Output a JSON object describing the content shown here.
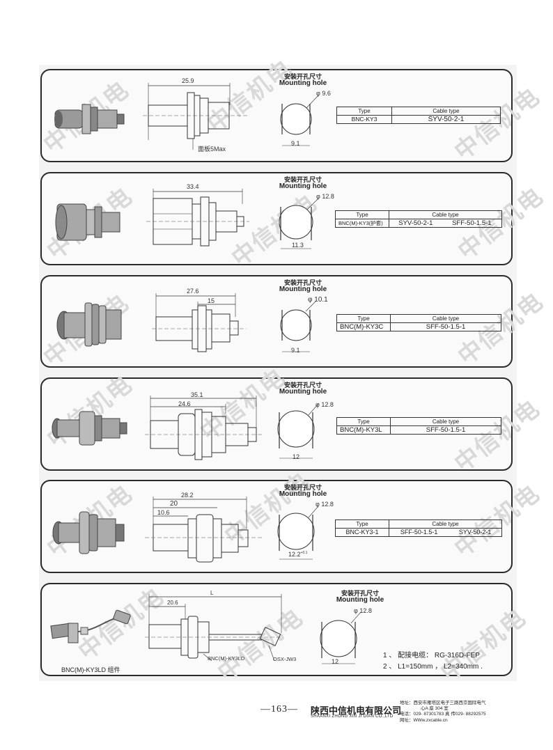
{
  "watermark": "中信机电",
  "mounting_label_cn": "安装开孔尺寸",
  "mounting_label_en": "Mounting hole",
  "table_header": {
    "type": "Type",
    "cable": "Cable type"
  },
  "items": [
    {
      "dims": [
        "25.9"
      ],
      "note": "面板5Max",
      "hole_dia": "φ 9.6",
      "hole_w": "9.1",
      "type": "BNC-KY3",
      "cables": [
        "SYV-50-2-1"
      ]
    },
    {
      "dims": [
        "33.4"
      ],
      "hole_dia": "φ 12.8",
      "hole_w": "11.3",
      "type": "BNC(M)-KY3(护套)",
      "cables": [
        "SYV-50-2-1",
        "SFF-50-1.5-1"
      ]
    },
    {
      "dims": [
        "27.6",
        "15"
      ],
      "hole_dia": "φ 10.1",
      "hole_w": "9.1",
      "type": "BNC(M)-KY3C",
      "cables": [
        "SFF-50-1.5-1"
      ]
    },
    {
      "dims": [
        "35.1",
        "24.6"
      ],
      "hole_dia": "φ 12.8",
      "hole_w": "12",
      "type": "BNC(M)-KY3L",
      "cables": [
        "SFF-50-1.5-1"
      ]
    },
    {
      "dims": [
        "28.2",
        "20",
        "10.6"
      ],
      "hole_dia": "φ 12.8",
      "hole_w": "12.2",
      "hole_w_sup": "+0.1",
      "type": "BNC-KY3-1",
      "cables": [
        "SFF-50-1.5-1",
        "SYV-50-2-1"
      ]
    },
    {
      "dims": [
        "20.6",
        "L"
      ],
      "hole_dia": "φ 12.8",
      "hole_w": "12",
      "label_a": "BNC(M)-KY3LD",
      "label_b": "OSX-JW3",
      "caption": "BNC(M)-KY3LD  组件",
      "notes": [
        "1 、 配接电缆：  RG-316D-FEP",
        "2 、  L1=150mm  ，  L2=340mm  ."
      ]
    }
  ],
  "footer": {
    "page": "—163—",
    "company_cn": "陕西中信机电有限公司",
    "company_en": "SHAANXI ZHONG XIN JI DIAN CO.,LTD",
    "addr1": "地址：西安市雁塔区电子三路西京国际电气",
    "addr2": "心A 座 304 室",
    "tel": "电话：029- 87301783    真  传029- 88292575",
    "web": "网址：WWw.zxcable.cn"
  }
}
